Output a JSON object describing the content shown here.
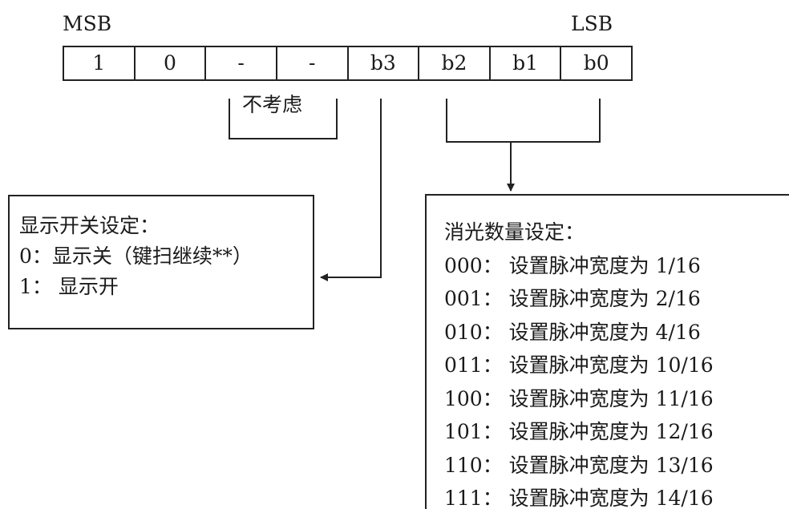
{
  "header": {
    "msb_label": "MSB",
    "lsb_label": "LSB"
  },
  "register": {
    "cells": [
      "1",
      "0",
      "-",
      "-",
      "b3",
      "b2",
      "b1",
      "b0"
    ]
  },
  "ignore_label": "不考虑",
  "display_switch": {
    "title": "显示开关设定：",
    "lines": [
      "0：显示关（键扫继续**）",
      "1： 显示开"
    ]
  },
  "blanking": {
    "title": "消光数量设定：",
    "lines": [
      "000： 设置脉冲宽度为 1/16",
      "001： 设置脉冲宽度为 2/16",
      "010： 设置脉冲宽度为 4/16",
      "011： 设置脉冲宽度为 10/16",
      "100： 设置脉冲宽度为 11/16",
      "101： 设置脉冲宽度为 12/16",
      "110： 设置脉冲宽度为 13/16",
      "111： 设置脉冲宽度为 14/16"
    ]
  }
}
